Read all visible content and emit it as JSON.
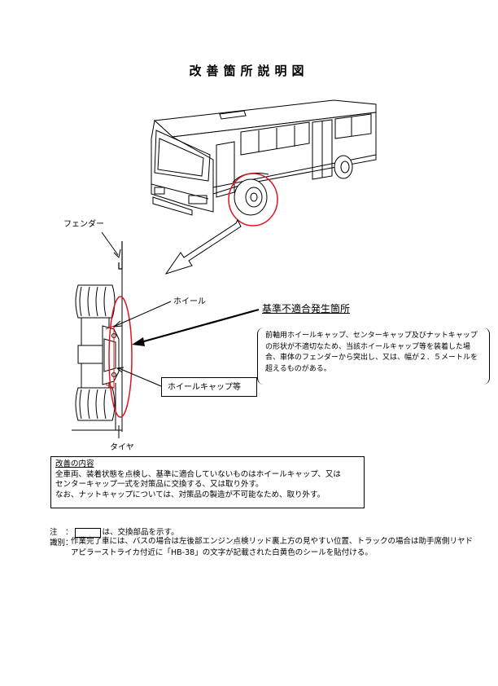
{
  "document": {
    "title": "改善箇所説明図"
  },
  "labels": {
    "fender": "フェンダー",
    "wheel": "ホイール",
    "tire": "タイヤ",
    "hubcap": "ホイールキャップ等",
    "defect_location": "基準不適合発生箇所"
  },
  "description": "前軸用ホイールキャップ、センターキャップ及びナットキャップの形状が不適切なため、当該ホイールキャップ等を装着した場合、車体のフェンダーから突出し、又は、幅が２．５メートルを超えるものがある。",
  "improvement": {
    "heading": "改善の内容",
    "lines": [
      "全車両、装着状態を点検し、基準に適合していないものはホイールキャップ、又は",
      "センターキャップ一式を対策品に交換する、又は取り外す。",
      "なお、ナットキャップについては、対策品の製造が不可能なため、取り外す。"
    ]
  },
  "notes": {
    "note_prefix": "注　：",
    "note_suffix": "は、交換部品を示す。",
    "identification_label": "識別：",
    "identification_text": "作業完了車には、バスの場合は左後部エンジン点検リッド裏上方の見やすい位置、トラックの場合は助手席側リヤドアピラーストライカ付近に「HB-38」の文字が記載された白黄色のシールを貼付ける。"
  },
  "colors": {
    "highlight": "#e0141e",
    "line": "#000000"
  }
}
